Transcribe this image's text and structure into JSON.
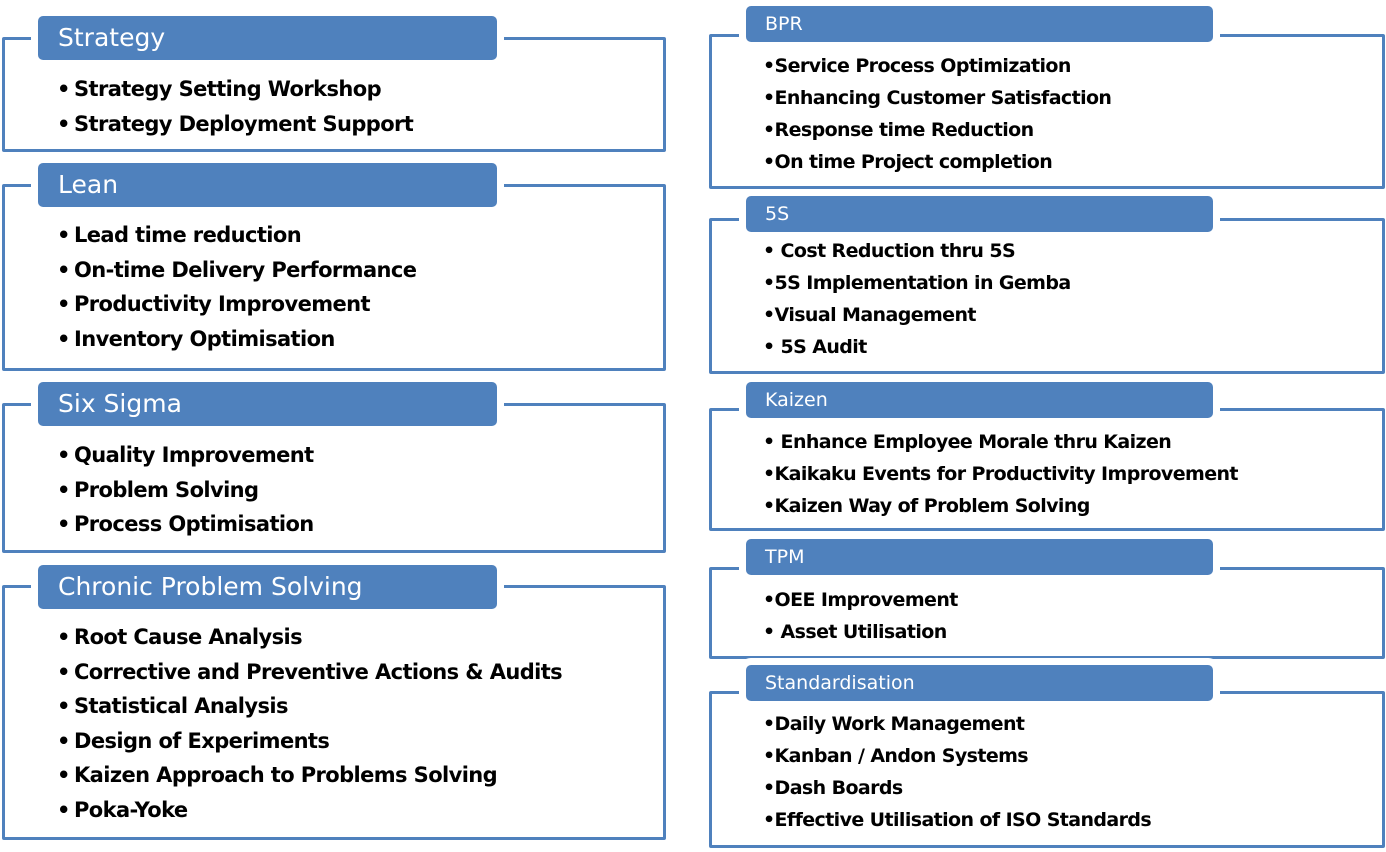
{
  "left": [
    {
      "title": "Strategy",
      "items": [
        "Strategy Setting Workshop",
        "Strategy Deployment Support"
      ]
    },
    {
      "title": "Lean",
      "items": [
        "Lead time reduction",
        "On-time Delivery Performance",
        "Productivity Improvement",
        "Inventory Optimisation"
      ]
    },
    {
      "title": "Six Sigma",
      "items": [
        "Quality Improvement",
        "Problem Solving",
        "Process Optimisation"
      ]
    },
    {
      "title": "Chronic Problem Solving",
      "items": [
        "Root Cause Analysis",
        "Corrective and Preventive Actions & Audits",
        "Statistical Analysis",
        "Design of Experiments",
        "Kaizen Approach to Problems Solving",
        "Poka-Yoke"
      ]
    }
  ],
  "right": [
    {
      "title": "BPR",
      "items": [
        "•Service Process Optimization",
        "•Enhancing Customer Satisfaction",
        "•Response time Reduction",
        "•On time Project completion"
      ]
    },
    {
      "title": "5S",
      "items": [
        "• Cost Reduction thru 5S",
        "•5S Implementation in Gemba",
        "•Visual Management",
        "• 5S Audit"
      ]
    },
    {
      "title": "Kaizen",
      "items": [
        "• Enhance Employee Morale thru Kaizen",
        "•Kaikaku Events for Productivity Improvement",
        "•Kaizen Way of Problem Solving"
      ]
    },
    {
      "title": "TPM",
      "items": [
        "•OEE Improvement",
        "• Asset Utilisation"
      ]
    },
    {
      "title": "Standardisation",
      "items": [
        "•Daily Work Management",
        "•Kanban / Andon Systems",
        "•Dash Boards",
        "•Effective Utilisation of ISO Standards"
      ]
    }
  ],
  "colors": {
    "accent": "#4f81bd",
    "text": "#000000",
    "header_text": "#ffffff"
  }
}
